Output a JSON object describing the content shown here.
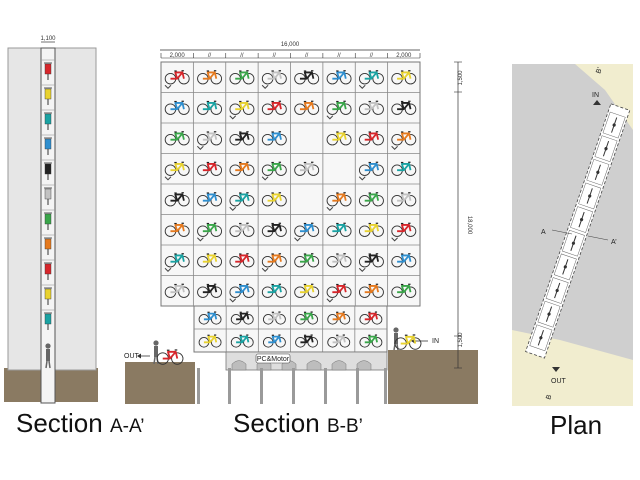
{
  "section_aa": {
    "width_dim": "1,100",
    "caption_main": "Section ",
    "caption_suffix": "A-A’"
  },
  "section_bb": {
    "width_dim": "16,000",
    "col_dims": [
      "2,000",
      "//",
      "//",
      "//",
      "//",
      "//",
      "//",
      "2,000"
    ],
    "height_dim": "18,000",
    "level_dims": [
      "1,500",
      "1,500"
    ],
    "out_label": "OUT",
    "in_label": "IN",
    "base_label": "PC&Motor",
    "caption_main": "Section ",
    "caption_suffix": "B-B’"
  },
  "plan": {
    "label_in": "IN",
    "label_out": "OUT",
    "label_a": "A",
    "label_a_prime": "A’",
    "label_b_top": "B’",
    "label_b_bottom": "B",
    "caption": "Plan"
  },
  "colors": {
    "bike_palette": [
      "#d7262b",
      "#2f8fcf",
      "#3aa64a",
      "#e8d230",
      "#222222",
      "#e57a1f",
      "#1aa3a3",
      "#c2c2c2"
    ],
    "ground": "#8a7a62",
    "road": "#cfcfcf",
    "sand": "#f1edcf"
  }
}
